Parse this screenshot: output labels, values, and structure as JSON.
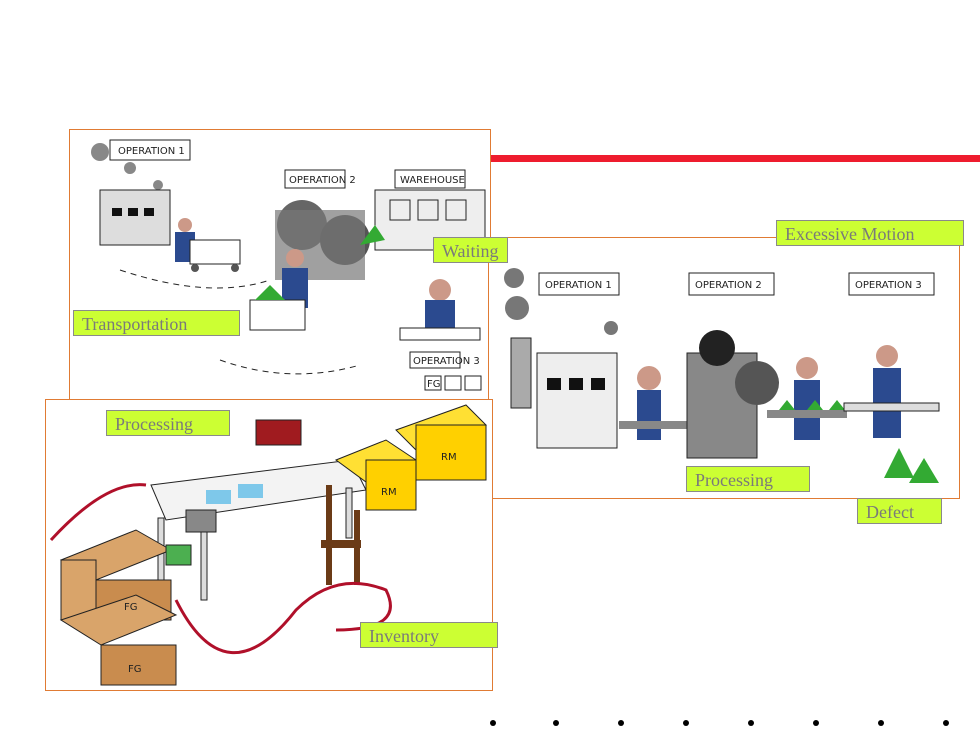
{
  "labels": {
    "waiting": "Waiting",
    "transportation": "Transportation",
    "excessive_motion": "Excessive Motion",
    "processing_top": "Processing",
    "processing_right": "Processing",
    "defect": "Defect",
    "inventory": "Inventory"
  },
  "signs": {
    "op1": "OPERATION 1",
    "op2": "OPERATION 2",
    "op3": "OPERATION 3",
    "warehouse": "WAREHOUSE",
    "op3_small": "OPERATION 3",
    "fg": "FG",
    "rm": "RM"
  },
  "colors": {
    "accent_red": "#ee1c2e",
    "label_bg": "#ccff33",
    "frame_border": "#e07b34"
  }
}
